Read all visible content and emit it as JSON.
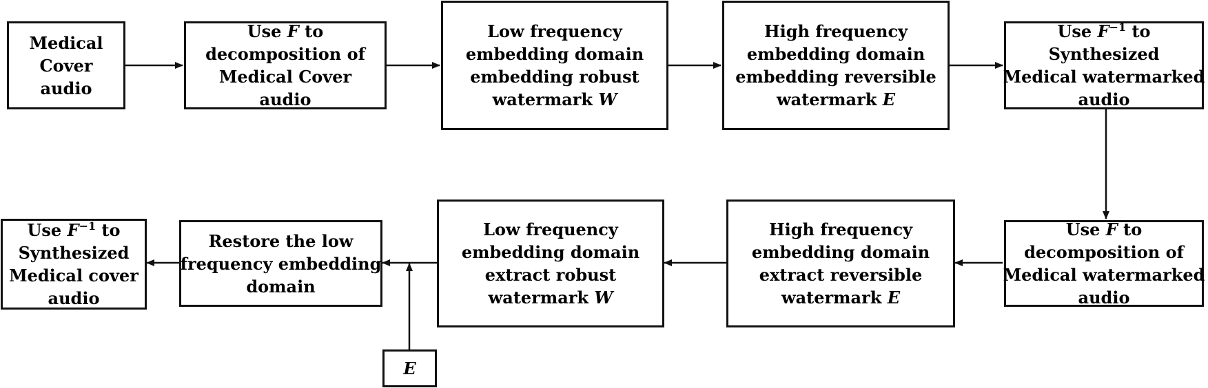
{
  "nodes": {
    "cover_audio": {
      "lines": [
        "Medical",
        "Cover",
        "audio"
      ]
    },
    "decompose_cover": {
      "line1_pre": "Use ",
      "line1_sym": "F",
      "line1_post": " to",
      "lines": [
        "decomposition of",
        "Medical Cover",
        "audio"
      ]
    },
    "low_embed": {
      "lines": [
        "Low frequency",
        "embedding domain",
        "embedding robust"
      ],
      "last_pre": "watermark ",
      "last_sym": "W"
    },
    "high_embed": {
      "lines": [
        "High frequency",
        "embedding domain",
        "embedding reversible"
      ],
      "last_pre": "watermark ",
      "last_sym": "E"
    },
    "synth_watermarked": {
      "line1_pre": "Use ",
      "line1_sym": "F",
      "line1_sup": "−1",
      "line1_post": " to",
      "lines": [
        "Synthesized",
        "Medical watermarked",
        "audio"
      ]
    },
    "decompose_watermarked": {
      "line1_pre": "Use ",
      "line1_sym": "F",
      "line1_post": " to",
      "lines": [
        "decomposition of",
        "Medical watermarked",
        "audio"
      ]
    },
    "high_extract": {
      "lines": [
        "High frequency",
        "embedding domain",
        "extract reversible"
      ],
      "last_pre": "watermark ",
      "last_sym": "E"
    },
    "low_extract": {
      "lines": [
        "Low frequency",
        "embedding domain",
        "extract robust"
      ],
      "last_pre": "watermark ",
      "last_sym": "W"
    },
    "restore": {
      "lines": [
        "Restore the low",
        "frequency embedding",
        "domain"
      ]
    },
    "synth_cover": {
      "line1_pre": "Use ",
      "line1_sym": "F",
      "line1_sup": "−1",
      "line1_post": " to",
      "lines": [
        "Synthesized",
        "Medical cover",
        "audio"
      ]
    },
    "e_input": {
      "sym": "E"
    }
  }
}
